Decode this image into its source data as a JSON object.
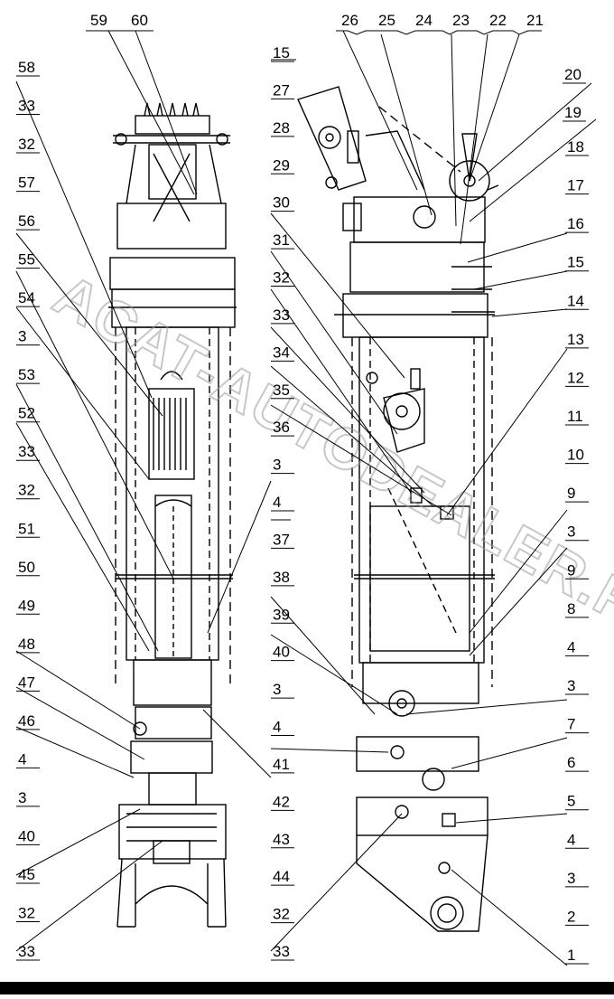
{
  "watermark": "ACAT-AUTODEALER.RU",
  "top_left_labels": [
    "59",
    "60"
  ],
  "top_right_labels": [
    "26",
    "25",
    "24",
    "23",
    "22",
    "21"
  ],
  "left_column": [
    "58",
    "33",
    "32",
    "57",
    "56",
    "55",
    "54",
    "3",
    "53",
    "52",
    "33",
    "32",
    "51",
    "50",
    "49",
    "48",
    "47",
    "46",
    "4",
    "3",
    "40",
    "45",
    "32",
    "33"
  ],
  "center_column": [
    "15",
    "27",
    "28",
    "29",
    "30",
    "31",
    "32",
    "33",
    "34",
    "35",
    "36",
    "3",
    "4",
    "37",
    "38",
    "39",
    "40",
    "3",
    "4",
    "41",
    "42",
    "43",
    "44",
    "32",
    "33"
  ],
  "right_column": [
    "20",
    "19",
    "18",
    "17",
    "16",
    "15",
    "14",
    "13",
    "12",
    "11",
    "10",
    "9",
    "3",
    "9",
    "8",
    "4",
    "3",
    "7",
    "6",
    "5",
    "4",
    "3",
    "2",
    "1"
  ]
}
